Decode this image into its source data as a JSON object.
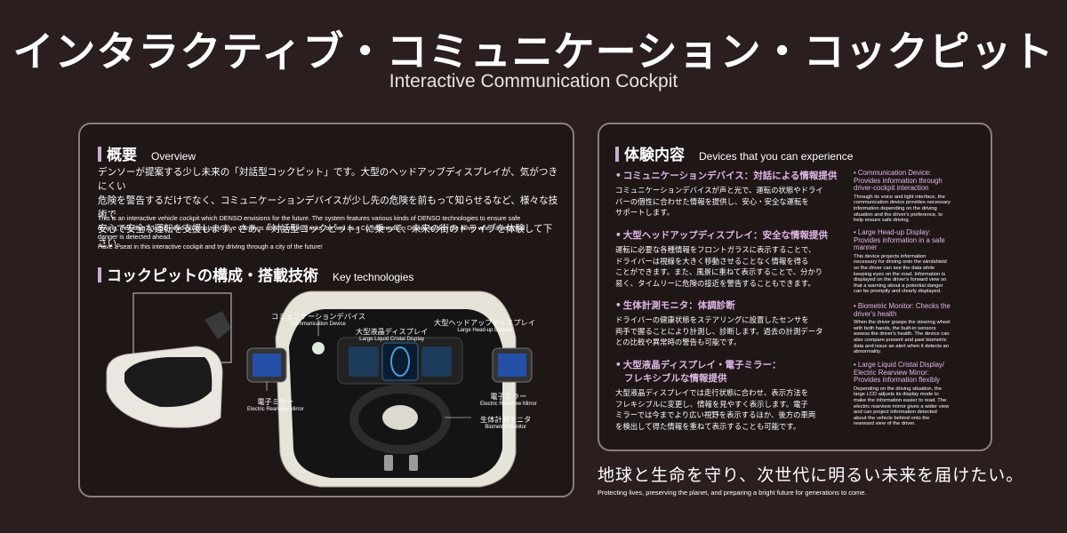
{
  "title": {
    "ja": "インタラクティブ・コミュニケーション・コックピット",
    "en": "Interactive Communication Cockpit"
  },
  "overview": {
    "heading_ja": "概要",
    "heading_en": "Overview",
    "text_ja_1": "デンソーが提案する少し未来の「対話型コックピット」です。大型のヘッドアップディスプレイが、気がつきにくい",
    "text_ja_2": "危険を警告するだけでなく、コミュニケーションデバイスが少し先の危険を前もって知らせるなど、様々な技術で",
    "text_ja_3": "安心で安全な運転を支援します。さあ、「対話型コックピット」に乗って、未来の街のドライブを体験して下さい。",
    "text_en_1": "This is an interactive vehicle cockpit which DENSO envisions for the future. The system features various kinds of DENSO technologies to ensure safe",
    "text_en_2": "driving, including a large Head-up Display to give warnings about potential risks, as well as a Communication Device to alert the driver when a potential",
    "text_en_3": "danger is detected ahead.",
    "text_en_4": "Have a seat in this interactive cockpit and try driving through a city of the future!"
  },
  "key_tech": {
    "heading_ja": "コックピットの構成・搭載技術",
    "heading_en": "Key technologies",
    "labels": {
      "comm_ja": "コミュニケーションデバイス",
      "comm_en": "Communication Device",
      "lcd_ja": "大型液晶ディスプレイ",
      "lcd_en": "Large Liquid Cristal Display",
      "hud_ja": "大型ヘッドアップディスプレイ",
      "hud_en": "Large Head-up Display",
      "mirror_left_ja": "電子ミラー",
      "mirror_left_en": "Electric Rearview Mirror",
      "mirror_right_ja": "電子ミラー",
      "mirror_right_en": "Electric Rearview Mirror",
      "bio_ja": "生体計測モニタ",
      "bio_en": "Biometric Monitor"
    }
  },
  "experience": {
    "heading_ja": "体験内容",
    "heading_en": "Devices that you can experience",
    "items": [
      {
        "title": "コミュニケーションデバイス：対話による情報提供",
        "body_1": "コミュニケーションデバイスが声と光で、運転の状態やドライ",
        "body_2": "バーの個性に合わせた情報を提供し、安心・安全な運転を",
        "body_3": "サポートします。"
      },
      {
        "title": "大型ヘッドアップディスプレイ：安全な情報提供",
        "body_1": "運転に必要な各種情報をフロントガラスに表示することで、",
        "body_2": "ドライバーは視線を大きく移動させることなく情報を得る",
        "body_3": "ことができます。また、風景に重ねて表示することで、分かり",
        "body_4": "易く、タイムリーに危険の接近を警告することもできます。"
      },
      {
        "title": "生体計測モニタ：体調診断",
        "body_1": "ドライバーの健康状態をステアリングに設置したセンサを",
        "body_2": "両手で握ることにより計測し、診断します。過去の計測データ",
        "body_3": "との比較や異常時の警告も可能です。"
      },
      {
        "title_1": "大型液晶ディスプレイ・電子ミラー：",
        "title_2": "フレキシブルな情報提供",
        "body_1": "大型液晶ディスプレイでは走行状態に合わせ、表示方法を",
        "body_2": "フレキシブルに変更し、情報を見やすく表示します。電子",
        "body_3": "ミラーでは今までより広い視野を表示するほか、後方の車両",
        "body_4": "を検出して得た情報を重ねて表示することも可能です。"
      }
    ],
    "side": [
      {
        "title_1": "• Communication Device:",
        "title_2": "Provides information through",
        "title_3": "driver-cockpit interaction",
        "body_1": "Through its voice and light interface, the",
        "body_2": "communication device provides necessary",
        "body_3": "information depending on the driving",
        "body_4": "situation and the driver's preference, to",
        "body_5": "help ensure safe driving."
      },
      {
        "title_1": "• Large Head-up Display:",
        "title_2": "Provides information in a safe",
        "title_3": "manner",
        "body_1": "This device projects information",
        "body_2": "necessary for driving onto the windshield",
        "body_3": "so the driver can see the data while",
        "body_4": "keeping eyes on the road. Information is",
        "body_5": "displayed on the driver's forward view so",
        "body_6": "that a warning about a potential danger",
        "body_7": "can be promptly and clearly displayed."
      },
      {
        "title_1": "• Biometric Monitor: Checks the",
        "title_2": "driver's health",
        "body_1": "When the driver grasps the steering wheel",
        "body_2": "with both hands, the built-in sensors",
        "body_3": "assess the driver's health. The device can",
        "body_4": "also compare present and past biometric",
        "body_5": "data and issue an alert when it detects an",
        "body_6": "abnormality."
      },
      {
        "title_1": "• Large Liquid Cristal Display/",
        "title_2": "Electric Rearview Mirror:",
        "title_3": "Provides information flexibly",
        "body_1": "Depending on the driving situation, the",
        "body_2": "large LCD adjusts its display mode to",
        "body_3": "make the information easier to read. The",
        "body_4": "electric rearview mirror gives a wider view",
        "body_5": "and can project information detected",
        "body_6": "about the vehicle behind onto the",
        "body_7": "rearward view of the driver."
      }
    ]
  },
  "slogan": {
    "ja": "地球と生命を守り、次世代に明るい未来を届けたい。",
    "en": "Protecting lives, preserving the planet, and preparing a bright future for generations to come."
  },
  "colors": {
    "background": "#2a1e1e",
    "panel_border": "#8a7e80",
    "accent_lavender": "#e0b8e8"
  }
}
